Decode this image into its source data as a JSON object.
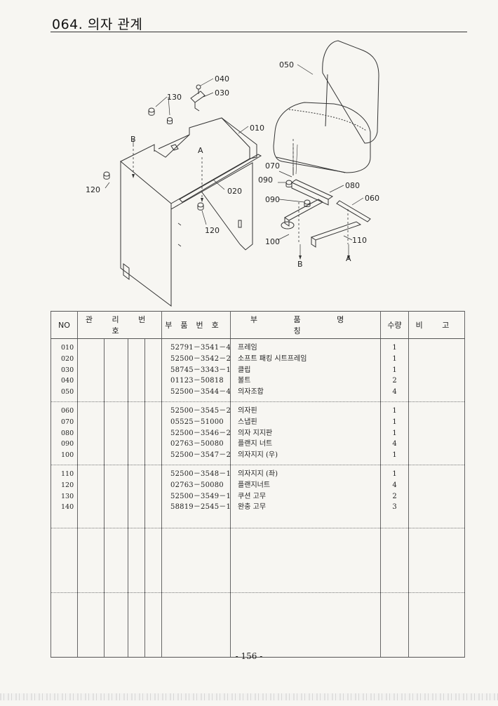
{
  "page": {
    "title": "064. 의자 관계",
    "page_number": "- 156 -"
  },
  "diagram": {
    "labels": [
      "050",
      "040",
      "030",
      "130",
      "010",
      "B",
      "A",
      "120",
      "020",
      "120",
      "070",
      "090",
      "080",
      "060",
      "090",
      "100",
      "110",
      "B",
      "A"
    ]
  },
  "table": {
    "headers": {
      "no": "NO",
      "mgmt": "관 리 번 호",
      "part_no": "부품번호",
      "name": "부 품 명 칭",
      "qty": "수량",
      "remark": "비 고"
    },
    "groups": [
      {
        "rows": [
          {
            "no": "010",
            "part_no": "52791－3541－4",
            "name": "프레임",
            "qty": "1"
          },
          {
            "no": "020",
            "part_no": "52500－3542－2",
            "name": "소프트 패킹 시트프레임",
            "qty": "1"
          },
          {
            "no": "030",
            "part_no": "58745－3343－1",
            "name": "클립",
            "qty": "1"
          },
          {
            "no": "040",
            "part_no": "01123－50818",
            "name": "볼트",
            "qty": "2"
          },
          {
            "no": "050",
            "part_no": "52500－3544－4",
            "name": "의자조합",
            "qty": "4"
          }
        ]
      },
      {
        "rows": [
          {
            "no": "060",
            "part_no": "52500－3545－2",
            "name": "의자핀",
            "qty": "1"
          },
          {
            "no": "070",
            "part_no": "05525－51000",
            "name": "스냅핀",
            "qty": "1"
          },
          {
            "no": "080",
            "part_no": "52500－3546－2",
            "name": "의자 지지판",
            "qty": "1"
          },
          {
            "no": "090",
            "part_no": "02763－50080",
            "name": "플랜지 너트",
            "qty": "4"
          },
          {
            "no": "100",
            "part_no": "52500－3547－2",
            "name": "의자지지 (우)",
            "qty": "1"
          }
        ]
      },
      {
        "rows": [
          {
            "no": "110",
            "part_no": "52500－3548－1",
            "name": "의자지지 (좌)",
            "qty": "1"
          },
          {
            "no": "120",
            "part_no": "02763－50080",
            "name": "플랜지너트",
            "qty": "4"
          },
          {
            "no": "130",
            "part_no": "52500－3549－1",
            "name": "쿠션 고무",
            "qty": "2"
          },
          {
            "no": "140",
            "part_no": "58819－2545－1",
            "name": "완충 고무",
            "qty": "3"
          }
        ]
      },
      {
        "rows": []
      },
      {
        "rows": []
      }
    ]
  }
}
